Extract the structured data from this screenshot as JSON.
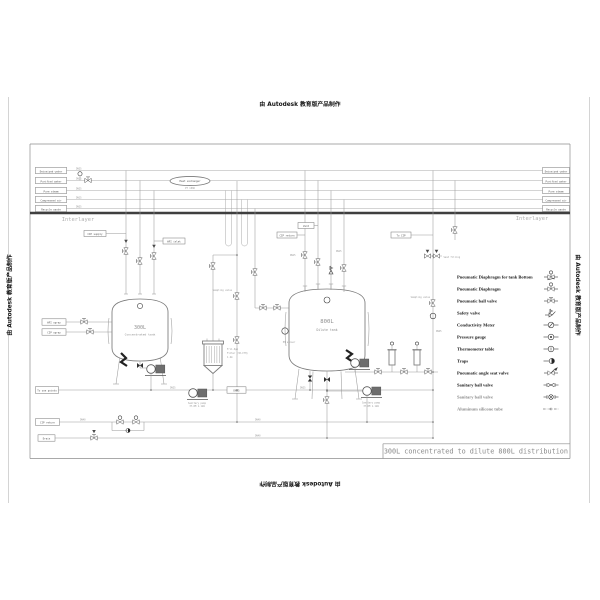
{
  "watermark": {
    "text": "由 Autodesk 教育版产品制作"
  },
  "sheet": {
    "title": "300L concentrated to dilute 800L distribution",
    "interlayer": "Interlayer"
  },
  "utility_headers": [
    {
      "label": "Deionized water",
      "size": "DN25"
    },
    {
      "label": "Purified water",
      "size": "DN25"
    },
    {
      "label": "Pure steam",
      "size": "DN25"
    },
    {
      "label": "Compressed air",
      "size": "DN15"
    },
    {
      "label": "Recycle waste",
      "size": "DN25"
    }
  ],
  "equipment": {
    "heat_exchanger": "Heat exchanger",
    "heat_exchanger_sub": "PT 100Ω",
    "tank300": {
      "volume": "300L",
      "name": "Concentrated tank"
    },
    "tank800": {
      "volume": "800L",
      "name": "Dilute tank"
    },
    "ph_sensor": "PH sensor",
    "send_filling": "Send filling",
    "sampling_left": "Sampling valve",
    "sampling_right": "Sampling valve",
    "filter_note1": "5\"×1.0μm",
    "filter_note2": "Filter (30-ITH)",
    "filter_note3": "1.2m"
  },
  "pumps": {
    "line1": "Sanitary pump",
    "line2": "3T-8M 1.1kW"
  },
  "boxes": {
    "b1": "CIP supply",
    "b2": "WFI inlet",
    "b3": "CIP return",
    "b4": "Vent",
    "b5": "To CIP",
    "L1": "WFI spray",
    "L2": "CIP spray",
    "p1": "To use points",
    "p2": "CIP return",
    "p3": "Drain",
    "mid": "DN25"
  },
  "pipe_labels": {
    "a": "DN25",
    "b": "DN25",
    "c": "DN40",
    "d": "DN40",
    "e": "DN40",
    "f": "DN25",
    "g": "DN15",
    "h": "DN15"
  },
  "legend": {
    "items": [
      {
        "label": "Pneumatic Diaphragm for tank Bottom"
      },
      {
        "label": "Pneumatic Diaphragm"
      },
      {
        "label": "Pneumatic ball valve"
      },
      {
        "label": "Safety valve"
      },
      {
        "label": "Conductivity Meter"
      },
      {
        "label": "Pressure gauge"
      },
      {
        "label": "Thermometer table"
      },
      {
        "label": "Traps"
      },
      {
        "label": "Pneumatic angle seat valve"
      },
      {
        "label": "Sanitary ball valve"
      },
      {
        "label": "Sanitary ball valve"
      },
      {
        "label": "Aluminum silicone tube"
      }
    ]
  }
}
